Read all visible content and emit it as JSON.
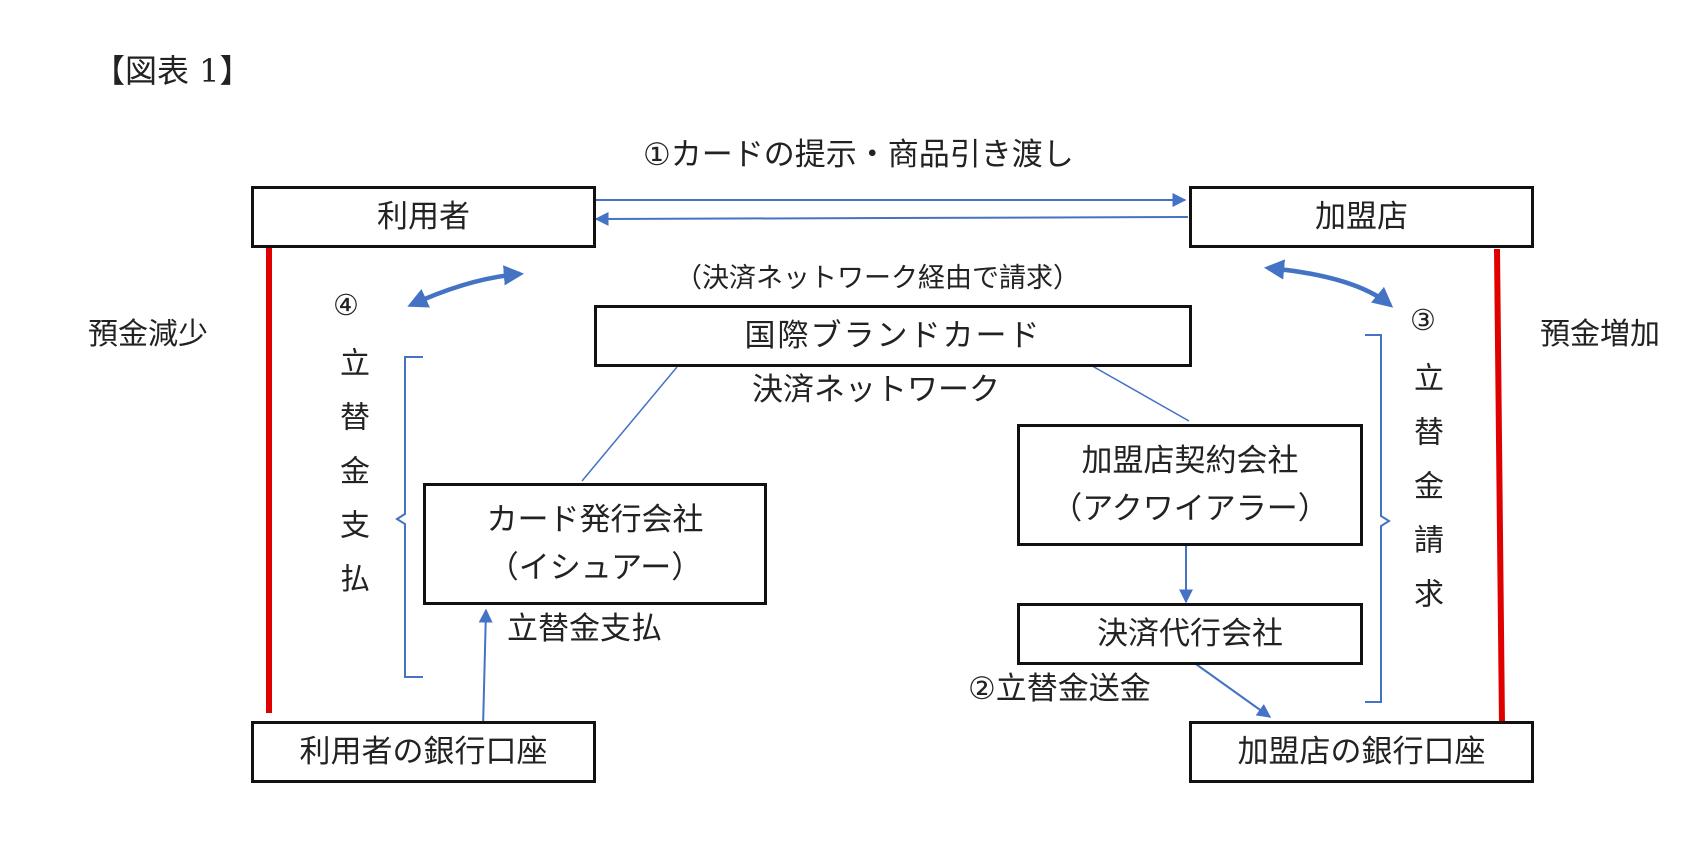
{
  "figure": {
    "title": "【図表 1】"
  },
  "colors": {
    "arrow": "#4472c4",
    "account_line": "#e00000",
    "box_border": "#111111"
  },
  "nodes": {
    "user": "利用者",
    "merchant": "加盟店",
    "brand_network": "国際ブランドカード",
    "issuer_line1": "カード発行会社",
    "issuer_line2": "（イシュアー）",
    "acquirer_line1": "加盟店契約会社",
    "acquirer_line2": "（アクワイアラー）",
    "payment_agent": "決済代行会社",
    "user_bank": "利用者の銀行口座",
    "merchant_bank": "加盟店の銀行口座"
  },
  "labels": {
    "step1": "①カードの提示・商品引き渡し",
    "network_billing": "（決済ネットワーク経由で請求）",
    "network_sub": "決済ネットワーク",
    "step4_num": "④",
    "step4_text": "立替金支払",
    "step3_num": "③",
    "step3_text": "立替金請求",
    "issuer_payment": "立替金支払",
    "step2": "②立替金送金",
    "deposit_decrease": "預金減少",
    "deposit_increase": "預金増加"
  }
}
